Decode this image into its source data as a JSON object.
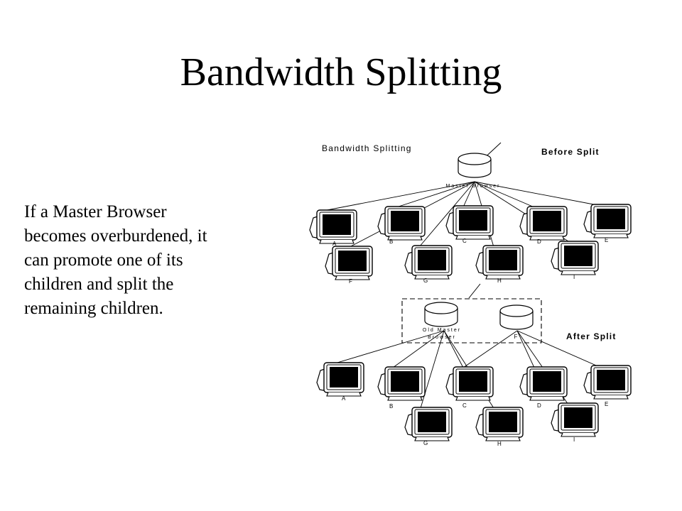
{
  "slide": {
    "title": "Bandwidth Splitting",
    "body_lines": [
      "If a Master Browser",
      "becomes overburdened, it",
      "can promote one of its",
      "children and split the",
      "remaining children."
    ]
  },
  "diagram": {
    "heading": "Bandwidth Splitting",
    "before_label": "Before Split",
    "after_label": "After Split",
    "master_label": "Master Browser",
    "old_master_line1": "Old Master",
    "old_master_line2": "Browser",
    "promoted_label": "F",
    "before_nodes": [
      "A",
      "B",
      "C",
      "D",
      "E",
      "F",
      "G",
      "H",
      "I"
    ],
    "after_nodes": [
      "A",
      "B",
      "C",
      "D",
      "E",
      "G",
      "H",
      "I"
    ]
  }
}
